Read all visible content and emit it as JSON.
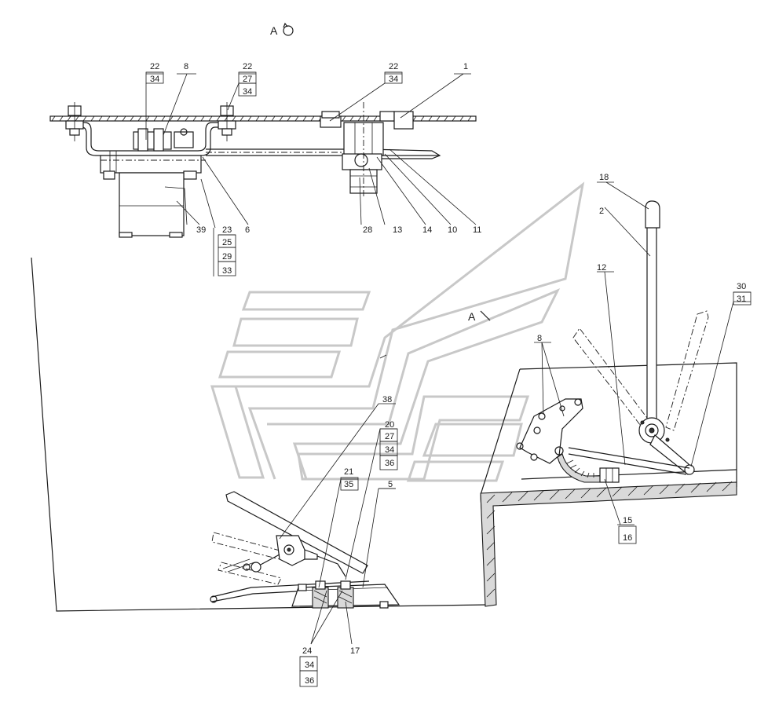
{
  "view_mark": "A",
  "section_mark": "A",
  "callouts": {
    "c22a": "22",
    "c34a": "34",
    "c8a": "8",
    "c22b": "22",
    "c27b": "27",
    "c34b": "34",
    "c22c": "22",
    "c34c": "34",
    "c1": "1",
    "c39": "39",
    "c23": "23",
    "c25": "25",
    "c29": "29",
    "c33": "33",
    "c6": "6",
    "c28": "28",
    "c13": "13",
    "c14": "14",
    "c10": "10",
    "c11": "11",
    "c18": "18",
    "c2": "2",
    "c12": "12",
    "c30": "30",
    "c31": "31",
    "c8b": "8",
    "c38": "38",
    "c20": "20",
    "c27c": "27",
    "c34d": "34",
    "c36a": "36",
    "c21": "21",
    "c35": "35",
    "c5": "5",
    "c15": "15",
    "c16": "16",
    "c24": "24",
    "c34e": "34",
    "c36b": "36",
    "c17": "17"
  }
}
